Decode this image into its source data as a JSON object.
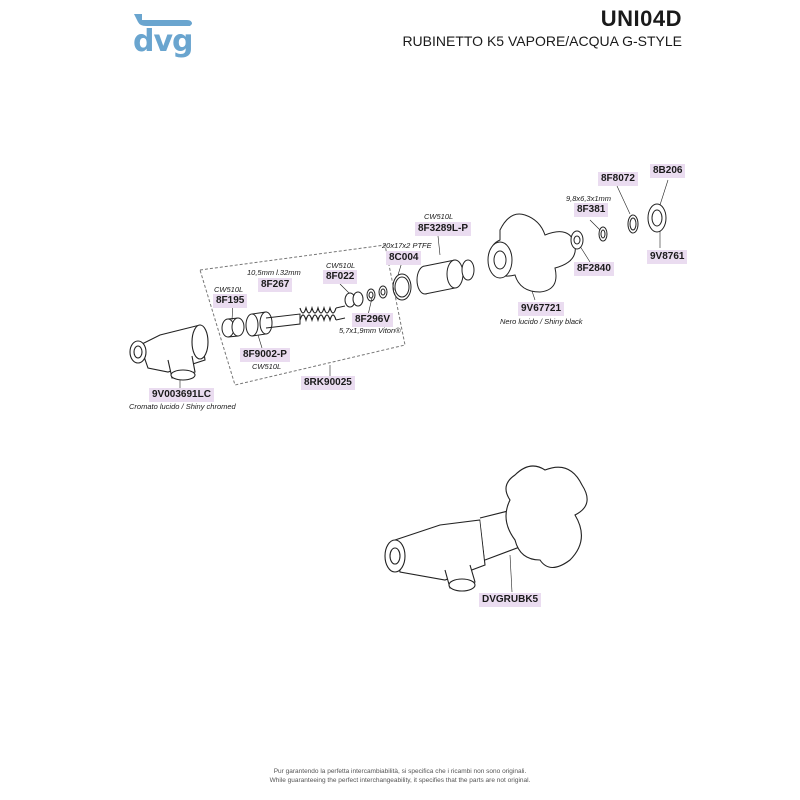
{
  "header": {
    "brand": "dvg",
    "model": "UNI04D",
    "description": "RUBINETTO K5 VAPORE/ACQUA G-STYLE"
  },
  "parts": {
    "p8F8072": "8F8072",
    "p8B206": "8B206",
    "p8F381": "8F381",
    "p8F381_note": "9,8x6,3x1mm",
    "p8F2840": "8F2840",
    "p9V8761": "9V8761",
    "p8F3289LP": "8F3289L-P",
    "p8F3289LP_note": "CW510L",
    "p8C004": "8C004",
    "p8C004_note": "20x17x2 PTFE",
    "p8F022": "8F022",
    "p8F022_note": "CW510L",
    "p8F267": "8F267",
    "p8F267_note": "10,5mm l.32mm",
    "p8F195": "8F195",
    "p8F195_note": "CW510L",
    "p8F296V": "8F296V",
    "p8F296V_note": "5,7x1,9mm Viton®",
    "p8F9002P": "8F9002-P",
    "p8F9002P_note": "CW510L",
    "p8RK90025": "8RK90025",
    "p9V67721": "9V67721",
    "p9V67721_note": "Nero lucido / Shiny black",
    "p9V003691LC": "9V003691LC",
    "p9V003691LC_note": "Cromato lucido / Shiny chromed",
    "pDVGRUBK5": "DVGRUBK5"
  },
  "footer": {
    "line1": "Pur garantendo la perfetta intercambiabilità, si specifica che i ricambi non sono originali.",
    "line2": "While guaranteeing the perfect interchangeability, it specifies that the parts are not original."
  },
  "colors": {
    "brand_blue": "#6aa5cf",
    "code_highlight": "#eadcf0"
  }
}
